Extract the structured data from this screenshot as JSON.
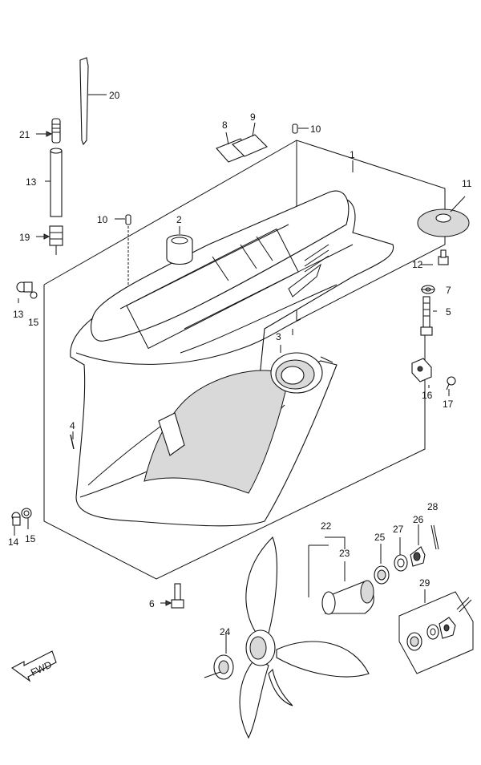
{
  "callouts": {
    "c1": "1",
    "c2": "2",
    "c3": "3",
    "c4": "4",
    "c5": "5",
    "c6": "6",
    "c7": "7",
    "c8": "8",
    "c9": "9",
    "c10a": "10",
    "c10b": "10",
    "c11": "11",
    "c12": "12",
    "c13a": "13",
    "c13b": "13",
    "c14": "14",
    "c15a": "15",
    "c15b": "15",
    "c16": "16",
    "c17": "17",
    "c19": "19",
    "c20": "20",
    "c21": "21",
    "c22": "22",
    "c23": "23",
    "c24": "24",
    "c25": "25",
    "c26": "26",
    "c27": "27",
    "c28": "28",
    "c29": "29"
  },
  "fwd_label": "FWD"
}
